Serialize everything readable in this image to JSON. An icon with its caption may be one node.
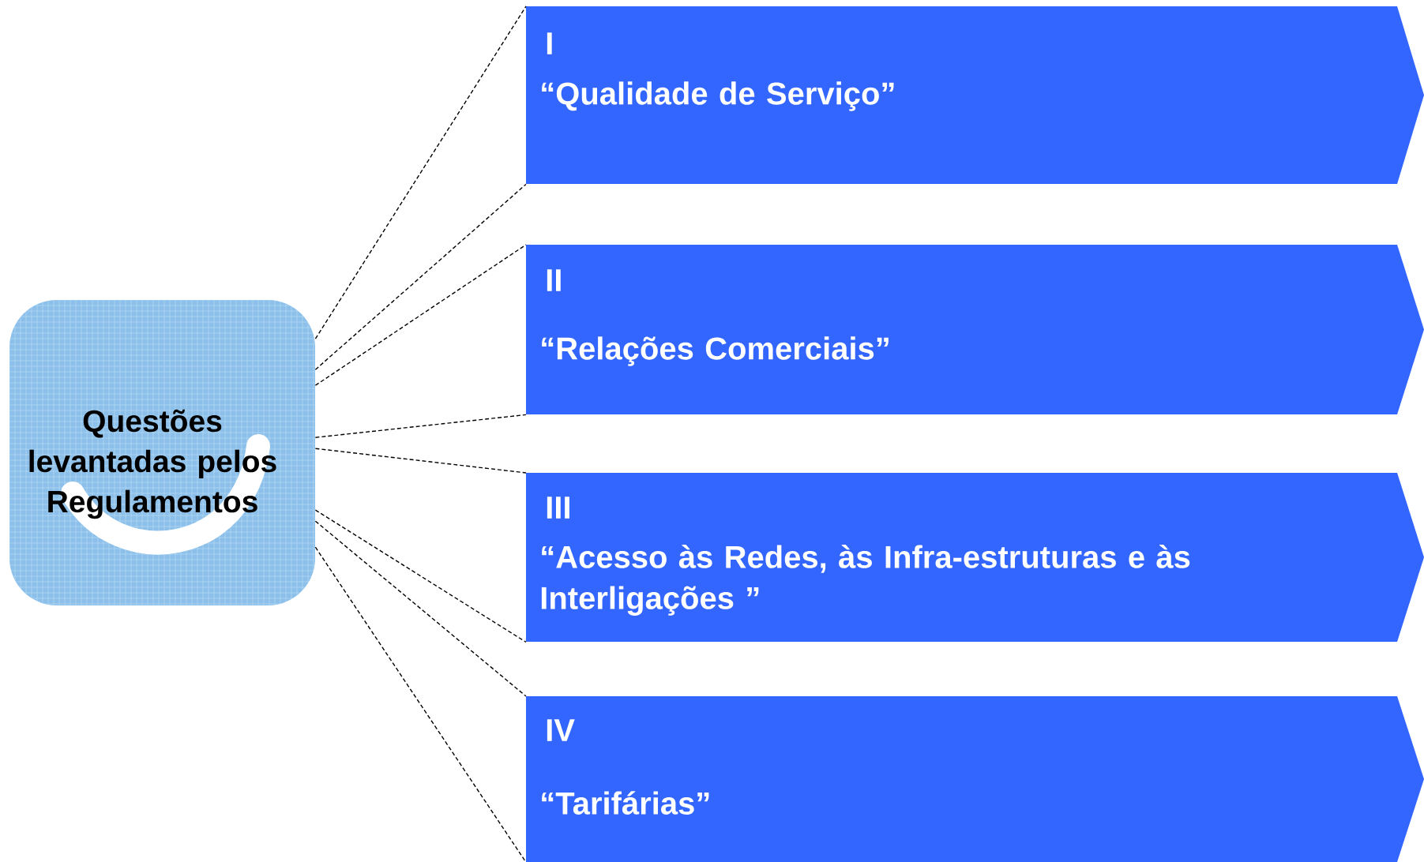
{
  "diagram": {
    "nodes": [
      {
        "text": [
          "Questões levantadas pelos Regulamentos"
        ]
      },
      {
        "text": [
          "I",
          "“Qualidade de Serviço”"
        ]
      },
      {
        "text": [
          "II",
          "“Relações Comerciais”"
        ]
      },
      {
        "text": [
          "III",
          "“Acesso às Redes, às Infra-estruturas e às Interligações ”"
        ]
      },
      {
        "text": [
          "IV",
          "“Tarifárias”"
        ]
      }
    ],
    "edges": [
      {
        "from": 0,
        "to": 1,
        "arrow": "none",
        "style": "dashed"
      },
      {
        "from": 0,
        "to": 1,
        "arrow": "none",
        "style": "dashed"
      },
      {
        "from": 0,
        "to": 2,
        "arrow": "none",
        "style": "dashed"
      },
      {
        "from": 0,
        "to": 2,
        "arrow": "none",
        "style": "dashed"
      },
      {
        "from": 0,
        "to": 3,
        "arrow": "none",
        "style": "dashed"
      },
      {
        "from": 0,
        "to": 3,
        "arrow": "none",
        "style": "dashed"
      },
      {
        "from": 0,
        "to": 4,
        "arrow": "none",
        "style": "dashed"
      },
      {
        "from": 0,
        "to": 4,
        "arrow": "none",
        "style": "dashed"
      }
    ]
  }
}
